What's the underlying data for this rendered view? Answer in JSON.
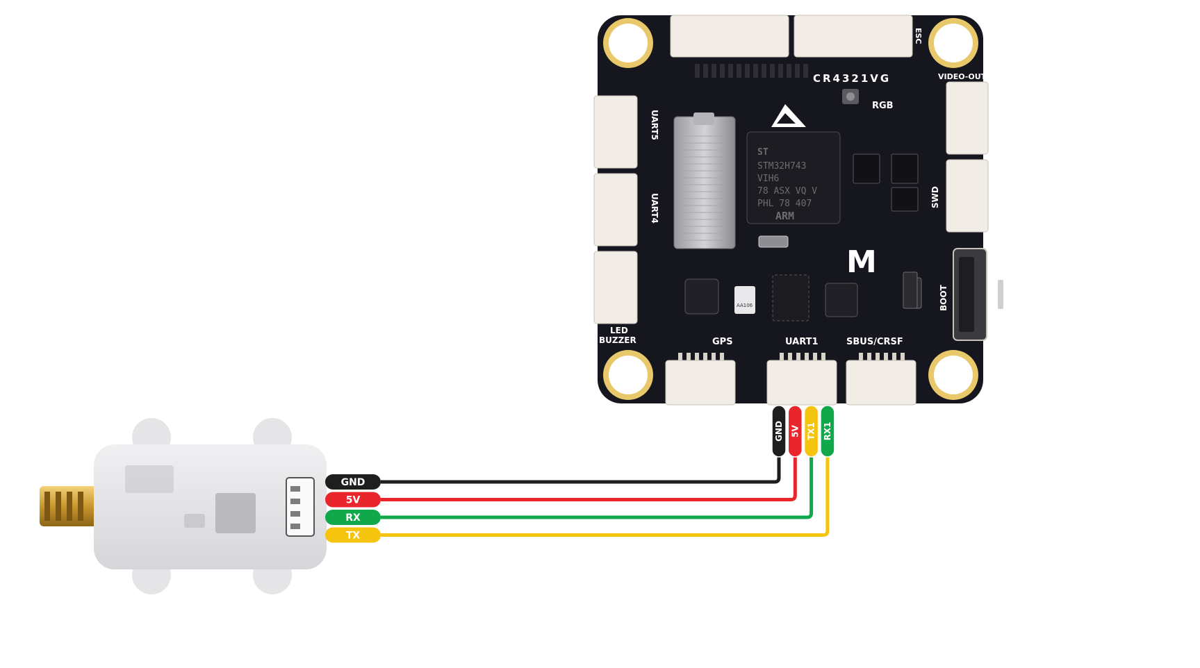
{
  "colors": {
    "gnd": "#1e1e1e",
    "v5": "#e8262b",
    "rx": "#10a84a",
    "tx": "#f4c40f",
    "board": "#16161e",
    "pad": "#e8c86a"
  },
  "board": {
    "model_code": "CR4321VG",
    "mcu": {
      "line1": "STM32H743",
      "line2": "VIH6",
      "line3": "78 ASX VQ V",
      "line4": "PHL 78 407",
      "brand": "ARM"
    },
    "labels": {
      "esc": "ESC",
      "video_out": "VIDEO-OUT",
      "rgb": "RGB",
      "uart5": "UART5",
      "uart4": "UART4",
      "led": "LED",
      "buzzer": "BUZZER",
      "gps": "GPS",
      "uart1": "UART1",
      "sbus": "SBUS/CRSF",
      "swd": "SWD",
      "boot": "BOOT"
    },
    "baro_code": "AA106"
  },
  "board_pins": [
    {
      "label": "GND",
      "color_key": "gnd"
    },
    {
      "label": "5V",
      "color_key": "v5"
    },
    {
      "label": "TX1",
      "color_key": "tx"
    },
    {
      "label": "RX1",
      "color_key": "rx"
    }
  ],
  "module_pins": [
    {
      "label": "GND",
      "color_key": "gnd"
    },
    {
      "label": "5V",
      "color_key": "v5"
    },
    {
      "label": "RX",
      "color_key": "rx"
    },
    {
      "label": "TX",
      "color_key": "tx"
    }
  ],
  "connections": [
    {
      "from": "GND",
      "to": "GND"
    },
    {
      "from": "5V",
      "to": "5V"
    },
    {
      "from": "RX",
      "to": "TX1"
    },
    {
      "from": "TX",
      "to": "RX1"
    }
  ]
}
